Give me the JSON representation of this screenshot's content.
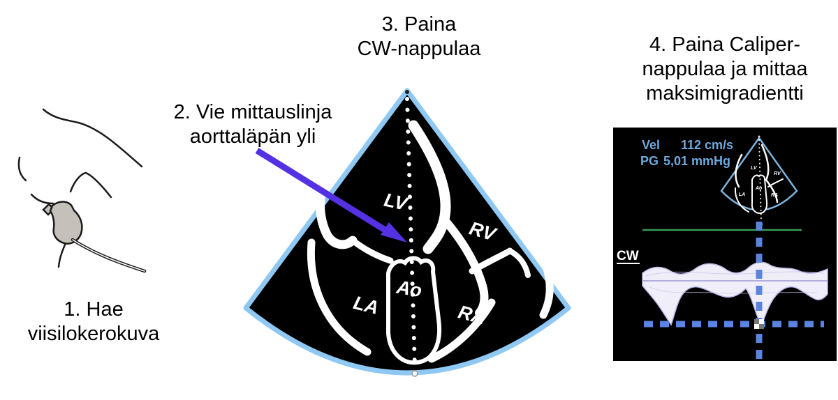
{
  "steps": {
    "step1": {
      "line1": "1. Hae",
      "line2": "viisilokerokuva"
    },
    "step2": {
      "line1": "2. Vie mittauslinja",
      "line2": "aorttaläpän yli"
    },
    "step3": {
      "line1": "3. Paina",
      "line2": "CW-nappulaa"
    },
    "step4": {
      "line1": "4. Paina Caliper-",
      "line2": "nappulaa ja mittaa",
      "line3": "maksimigradientti"
    }
  },
  "sector_diagram": {
    "labels": {
      "lv": "LV",
      "rv": "RV",
      "la": "LA",
      "ao": "Ao",
      "ra": "RA"
    }
  },
  "measurement_panel": {
    "vel_label": "Vel",
    "vel_value": "112 cm/s",
    "pg_label": "PG",
    "pg_value": "5,01 mmHg",
    "mode_label": "CW",
    "thumbnail_labels": {
      "lv": "LV",
      "rv": "RV",
      "la": "LA",
      "ao": "Ao",
      "ra": "RA"
    }
  },
  "colors": {
    "sector_outline": "#8fc8f3",
    "thumbnail_outline": "#7fb3dc",
    "arrow": "#5531e4",
    "measurement_dash": "#5b84e0",
    "baseline_green": "#3a9a55",
    "panel_text_blue": "#6fa9de",
    "probe_fill": "#c6c0ba"
  }
}
